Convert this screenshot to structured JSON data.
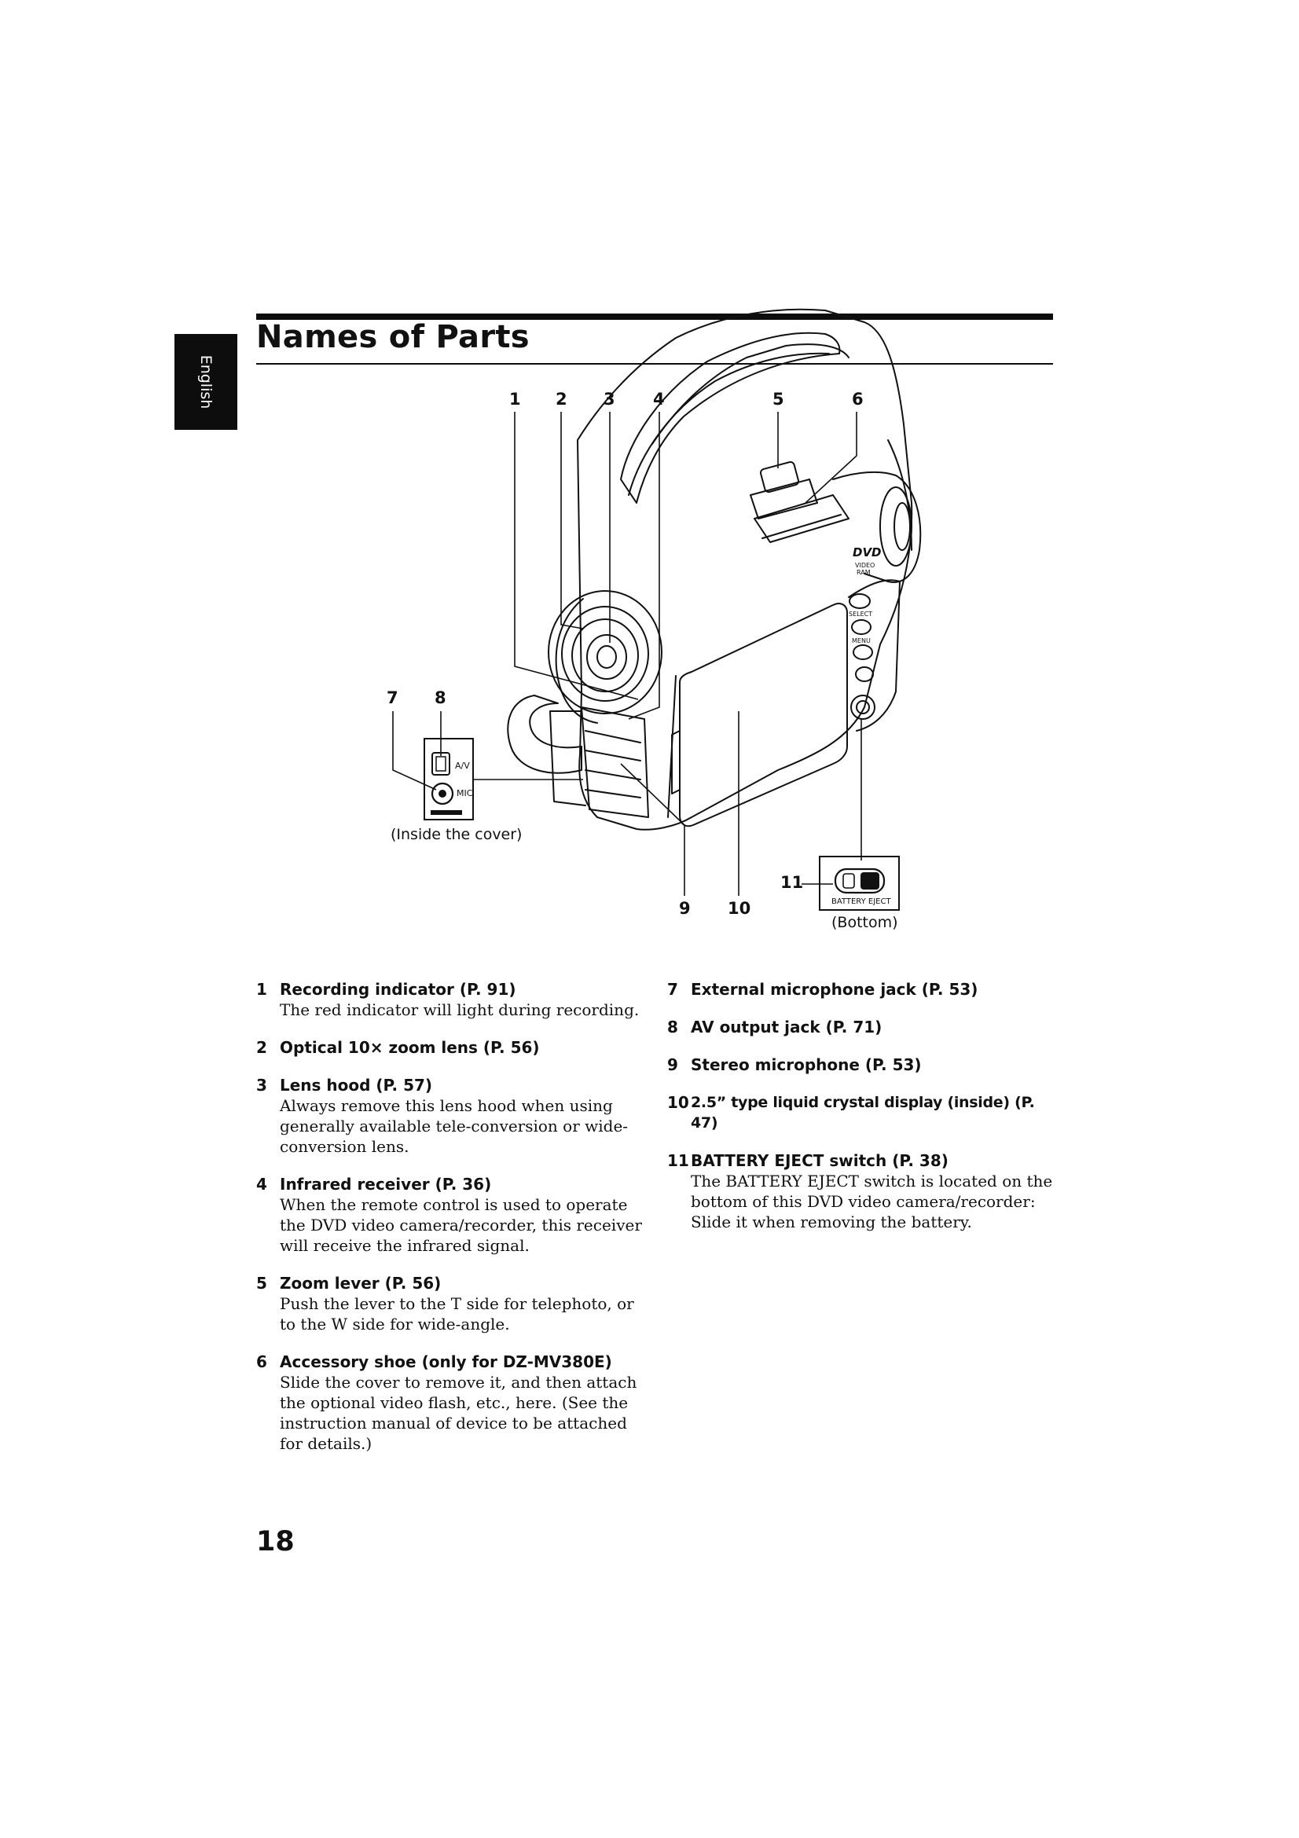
{
  "language_tab": "English",
  "page_title": "Names of Parts",
  "figure": {
    "callouts": [
      "1",
      "2",
      "3",
      "4",
      "5",
      "6",
      "7",
      "8",
      "9",
      "10",
      "11"
    ],
    "jack_labels": {
      "av": "A/V",
      "mic": "MIC"
    },
    "inside_cover_caption": "(Inside the cover)",
    "bottom_caption": "(Bottom)",
    "battery_eject_label": "BATTERY EJECT",
    "body_text": {
      "dvd": "DVD",
      "video": "VIDEO",
      "ram": "RAM",
      "select": "SELECT",
      "menu": "MENU"
    }
  },
  "parts_left": [
    {
      "num": "1",
      "title": "Recording indicator (P. 91)",
      "desc": "The red indicator will light during recording."
    },
    {
      "num": "2",
      "title": "Optical 10× zoom lens (P. 56)",
      "desc": ""
    },
    {
      "num": "3",
      "title": "Lens hood (P. 57)",
      "desc": "Always remove this lens hood when using generally available tele-conversion or wide-conversion lens."
    },
    {
      "num": "4",
      "title": "Infrared receiver (P. 36)",
      "desc": "When the remote control is used to operate the DVD video camera/recorder, this receiver will receive the infrared signal."
    },
    {
      "num": "5",
      "title": "Zoom lever (P. 56)",
      "desc": "Push the lever to the T side for telephoto, or to the W side for wide-angle."
    },
    {
      "num": "6",
      "title": "Accessory shoe (only for DZ-MV380E)",
      "desc": "Slide the cover to remove it, and then attach the optional video flash, etc., here. (See the instruction manual of device to be attached for details.)"
    }
  ],
  "parts_right": [
    {
      "num": "7",
      "title": "External microphone jack (P. 53)",
      "desc": ""
    },
    {
      "num": "8",
      "title": "AV output jack (P. 71)",
      "desc": ""
    },
    {
      "num": "9",
      "title": "Stereo microphone (P. 53)",
      "desc": ""
    },
    {
      "num": "10",
      "title": "2.5” type liquid crystal display (inside) (P. 47)",
      "desc": ""
    },
    {
      "num": "11",
      "title": "BATTERY EJECT switch (P. 38)",
      "desc": "The BATTERY EJECT switch is located on the bottom of this DVD video camera/recorder: Slide it when removing the battery."
    }
  ],
  "page_number": "18"
}
